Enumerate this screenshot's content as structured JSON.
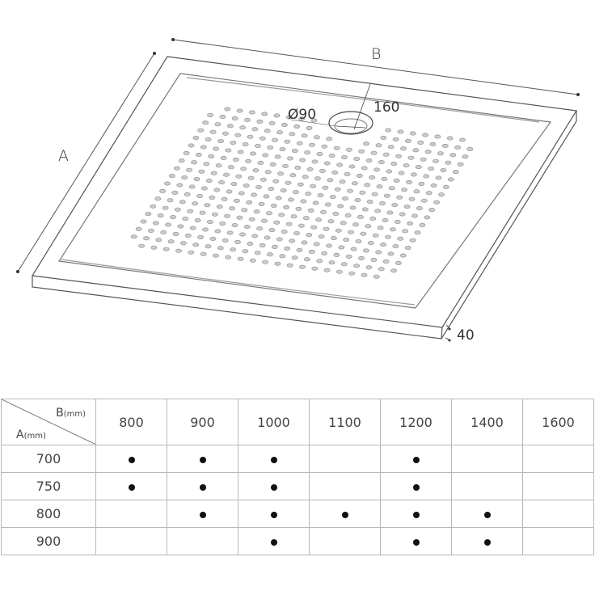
{
  "diagram": {
    "label_a": "A",
    "label_b": "B",
    "label_height": "40",
    "label_drain_diameter": "Ø90",
    "label_drain_offset": "160"
  },
  "table": {
    "header_b": "B",
    "header_a": "A",
    "unit": "(mm)",
    "columns": [
      "800",
      "900",
      "1000",
      "1100",
      "1200",
      "1400",
      "1600"
    ],
    "rows": [
      {
        "label": "700",
        "available": [
          true,
          true,
          true,
          false,
          true,
          false,
          false
        ]
      },
      {
        "label": "750",
        "available": [
          true,
          true,
          true,
          false,
          true,
          false,
          false
        ]
      },
      {
        "label": "800",
        "available": [
          false,
          true,
          true,
          true,
          true,
          true,
          false
        ]
      },
      {
        "label": "900",
        "available": [
          false,
          false,
          true,
          false,
          true,
          true,
          false
        ]
      }
    ]
  }
}
